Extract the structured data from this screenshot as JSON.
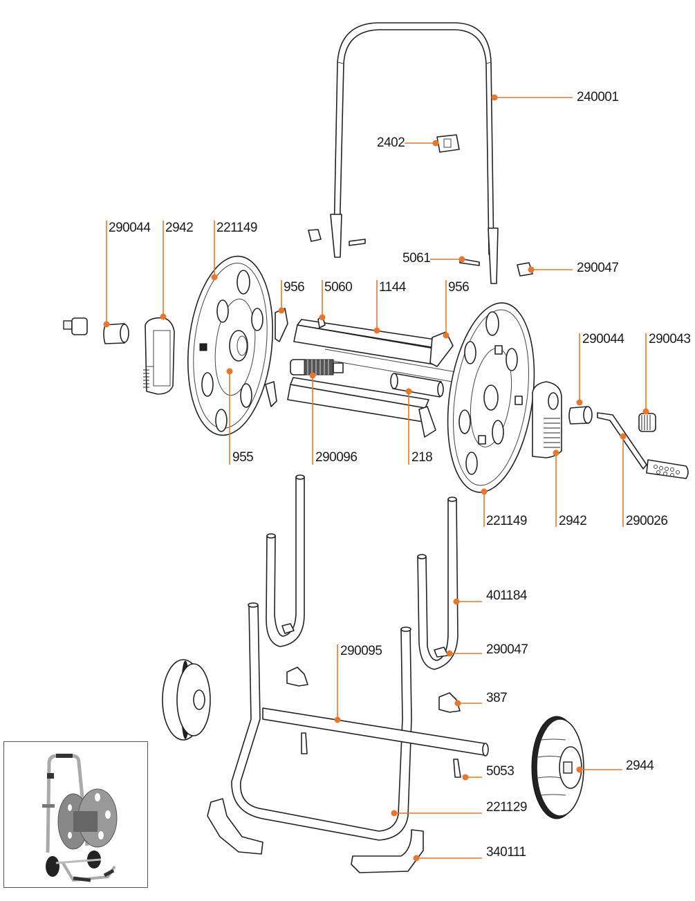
{
  "title": "Hose reel trolley exploded parts diagram",
  "accent_color": "#e8772e",
  "parts": [
    {
      "id": "240001",
      "name": "handle-bar"
    },
    {
      "id": "2402",
      "name": "hose-guide-clip"
    },
    {
      "id": "5061",
      "name": "handle-pin"
    },
    {
      "id": "290047",
      "name": "handle-cap"
    },
    {
      "id": "290044",
      "name": "bushing-left"
    },
    {
      "id": "2942",
      "name": "hub-cover-left"
    },
    {
      "id": "221149",
      "name": "reel-disc-left"
    },
    {
      "id": "956",
      "name": "drum-clip-left"
    },
    {
      "id": "5060",
      "name": "drum-pin"
    },
    {
      "id": "1144",
      "name": "drum-slat"
    },
    {
      "id": "956",
      "name": "drum-clip-right"
    },
    {
      "id": "955",
      "name": "hub-left"
    },
    {
      "id": "290096",
      "name": "hose-connector-spring"
    },
    {
      "id": "218",
      "name": "axle-tube"
    },
    {
      "id": "221149",
      "name": "reel-disc-right"
    },
    {
      "id": "2942",
      "name": "hub-cover-right"
    },
    {
      "id": "290044",
      "name": "bushing-right"
    },
    {
      "id": "290043",
      "name": "crank-nut"
    },
    {
      "id": "290026",
      "name": "crank-handle"
    },
    {
      "id": "401184",
      "name": "reel-support"
    },
    {
      "id": "290047",
      "name": "support-cap"
    },
    {
      "id": "290095",
      "name": "wheel-axle"
    },
    {
      "id": "387",
      "name": "frame-clip"
    },
    {
      "id": "5053",
      "name": "frame-pin"
    },
    {
      "id": "2944",
      "name": "wheel"
    },
    {
      "id": "221129",
      "name": "base-frame"
    },
    {
      "id": "340111",
      "name": "foot-rest"
    }
  ],
  "labels": {
    "l240001": "240001",
    "l2402": "2402",
    "l5061": "5061",
    "l290047a": "290047",
    "l290044a": "290044",
    "l2942a": "2942",
    "l221149a": "221149",
    "l956a": "956",
    "l5060": "5060",
    "l1144": "1144",
    "l956b": "956",
    "l955": "955",
    "l290096": "290096",
    "l218": "218",
    "l221149b": "221149",
    "l2942b": "2942",
    "l290044b": "290044",
    "l290043": "290043",
    "l290026": "290026",
    "l401184": "401184",
    "l290047b": "290047",
    "l290095": "290095",
    "l387": "387",
    "l5053": "5053",
    "l2944": "2944",
    "l221129": "221129",
    "l340111": "340111"
  },
  "inset": {
    "name": "assembled-product-photo",
    "description": "Assembled hose reel trolley"
  }
}
